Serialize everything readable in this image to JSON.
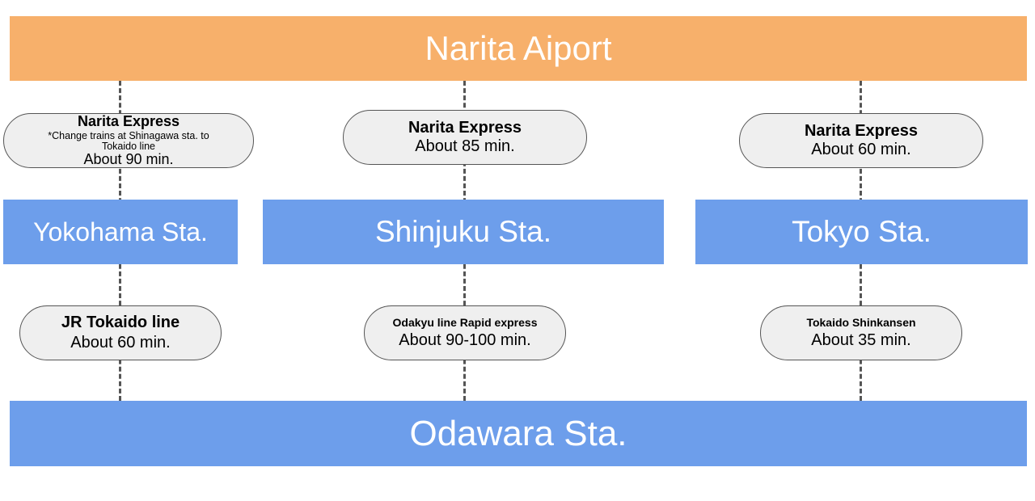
{
  "top": {
    "label": "Narita Aiport"
  },
  "stations": {
    "yokohama": "Yokohama Sta.",
    "shinjuku": "Shinjuku Sta.",
    "tokyo": "Tokyo Sta."
  },
  "bottom": {
    "label": "Odawara Sta."
  },
  "upper_routes": {
    "yokohama": {
      "name": "Narita Express",
      "note": "*Change trains at Shinagawa sta. to Tokaido line",
      "time": "About 90 min."
    },
    "shinjuku": {
      "name": "Narita Express",
      "time": "About 85 min."
    },
    "tokyo": {
      "name": "Narita Express",
      "time": "About 60 min."
    }
  },
  "lower_routes": {
    "yokohama": {
      "name": "JR Tokaido line",
      "time": "About 60 min."
    },
    "shinjuku": {
      "name": "Odakyu line Rapid express",
      "time": "About 90-100 min."
    },
    "tokyo": {
      "name": "Tokaido Shinkansen",
      "time": "About 35 min."
    }
  },
  "colors": {
    "airport": "#f7b06b",
    "station": "#6d9eeb",
    "route_box": "#efefef",
    "connector": "#555555"
  }
}
